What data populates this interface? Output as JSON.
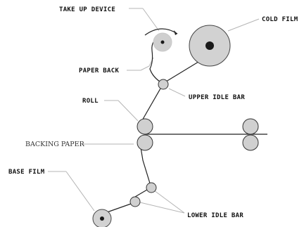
{
  "labels": {
    "take_up_device": "TAKE UP DEVICE",
    "cold_film": "COLD FILM",
    "paper_back": "PAPER BACK",
    "upper_idle_bar": "UPPER IDLE BAR",
    "roll": "ROLL",
    "backing_paper": "BACKING PAPER",
    "base_film": "BASE FILM",
    "lower_idle_bar": "LOWER IDLE BAR"
  },
  "colors": {
    "ink": "#222222",
    "roller_fill": "#d0d0d0",
    "leader_line": "#b5b5b5",
    "hub": "#1a1a1a"
  }
}
